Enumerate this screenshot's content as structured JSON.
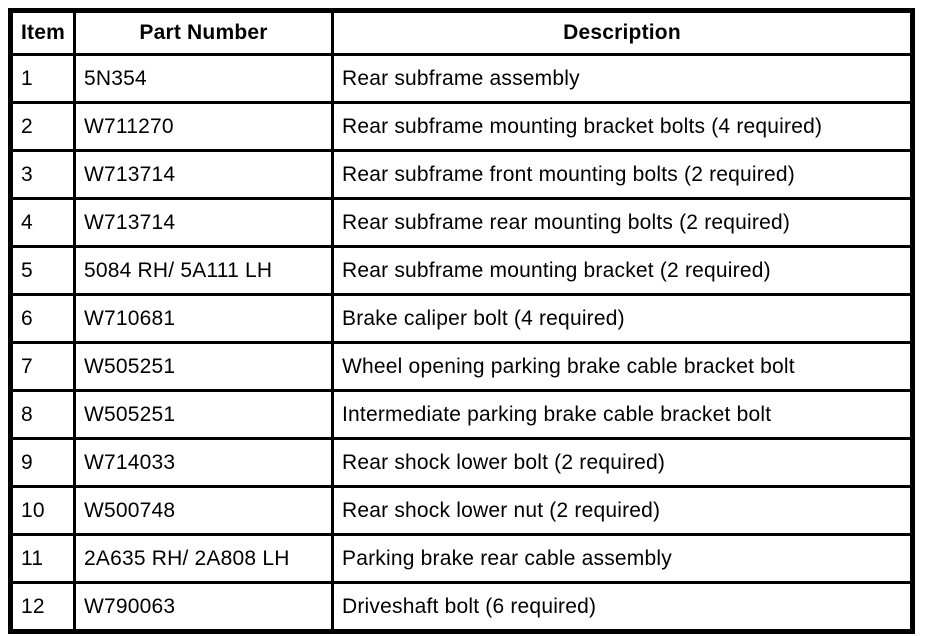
{
  "table": {
    "headers": {
      "item": "Item",
      "part_number": "Part Number",
      "description": "Description"
    },
    "rows": [
      {
        "item": "1",
        "part_number": "5N354",
        "description": "Rear subframe assembly"
      },
      {
        "item": "2",
        "part_number": "W711270",
        "description": "Rear subframe mounting bracket bolts (4 required)"
      },
      {
        "item": "3",
        "part_number": "W713714",
        "description": "Rear subframe front mounting bolts (2 required)"
      },
      {
        "item": "4",
        "part_number": "W713714",
        "description": "Rear subframe rear mounting bolts (2 required)"
      },
      {
        "item": "5",
        "part_number": "5084 RH/ 5A111 LH",
        "description": "Rear subframe mounting bracket (2 required)"
      },
      {
        "item": "6",
        "part_number": "W710681",
        "description": "Brake caliper bolt (4 required)"
      },
      {
        "item": "7",
        "part_number": "W505251",
        "description": "Wheel opening parking brake cable bracket bolt"
      },
      {
        "item": "8",
        "part_number": "W505251",
        "description": "Intermediate parking brake cable bracket bolt"
      },
      {
        "item": "9",
        "part_number": "W714033",
        "description": "Rear shock lower bolt (2 required)"
      },
      {
        "item": "10",
        "part_number": "W500748",
        "description": "Rear shock lower nut (2 required)"
      },
      {
        "item": "11",
        "part_number": "2A635 RH/ 2A808 LH",
        "description": "Parking brake rear cable assembly"
      },
      {
        "item": "12",
        "part_number": "W790063",
        "description": "Driveshaft bolt (6 required)"
      }
    ],
    "colors": {
      "border": "#000000",
      "background": "#ffffff",
      "text": "#000000"
    }
  }
}
